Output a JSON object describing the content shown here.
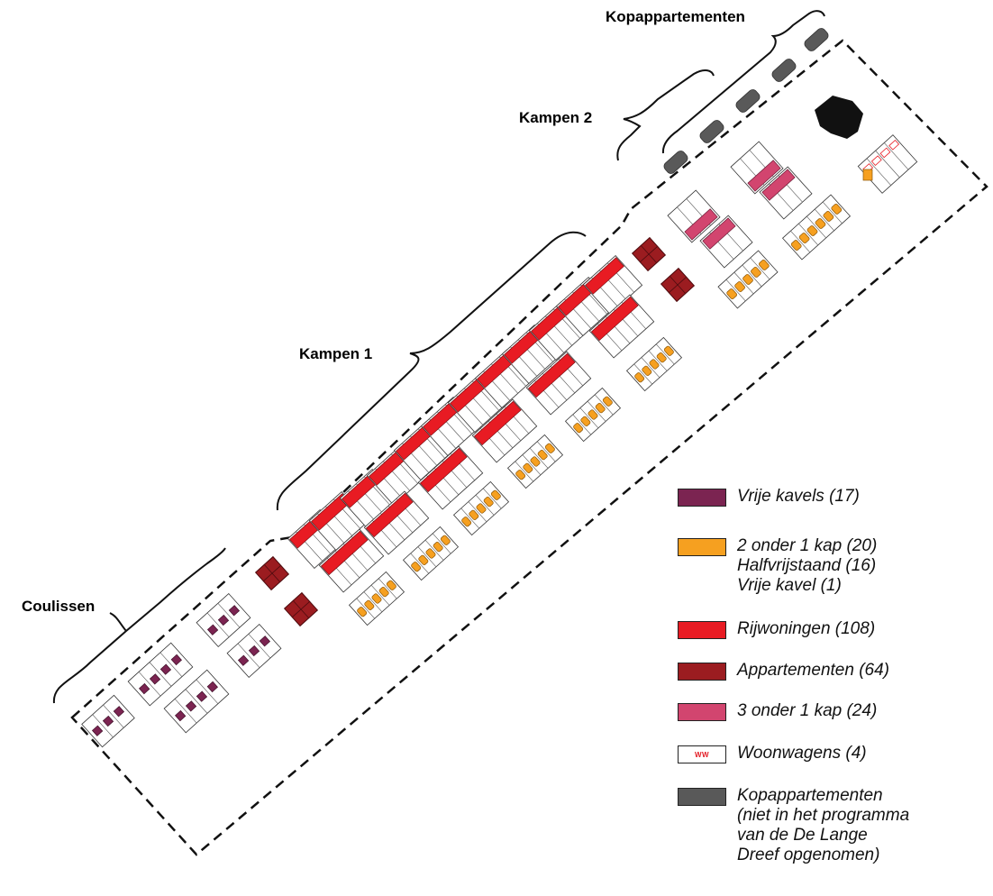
{
  "zones": {
    "kopappartementen": "Kopappartementen",
    "kampen2": "Kampen 2",
    "kampen1": "Kampen 1",
    "coulissen": "Coulissen"
  },
  "colors": {
    "vrije_kavels": "#7b2451",
    "twee_onder_een_kap": "#f6a020",
    "rijwoningen": "#e81b23",
    "appartementen": "#9b1c20",
    "drie_onder_een_kap": "#d2456f",
    "woonwagens": "#ffffff",
    "kopappartementen": "#595959"
  },
  "legend": {
    "vrije_kavels": "Vrije kavels  (17)",
    "twee_onder_een_kap": [
      "2 onder 1 kap (20)",
      "Halfvrijstaand (16)",
      "Vrije kavel  (1)"
    ],
    "rijwoningen": "Rijwoningen (108)",
    "appartementen": "Appartementen (64)",
    "drie_onder_een_kap": "3 onder 1 kap (24)",
    "woonwagens": "Woonwagens (4)",
    "woonwagens_swatch_text": "WW",
    "kopappartementen": [
      "Kopappartementen",
      "(niet in het programma",
      "van de De Lange",
      "Dreef opgenomen)"
    ]
  }
}
